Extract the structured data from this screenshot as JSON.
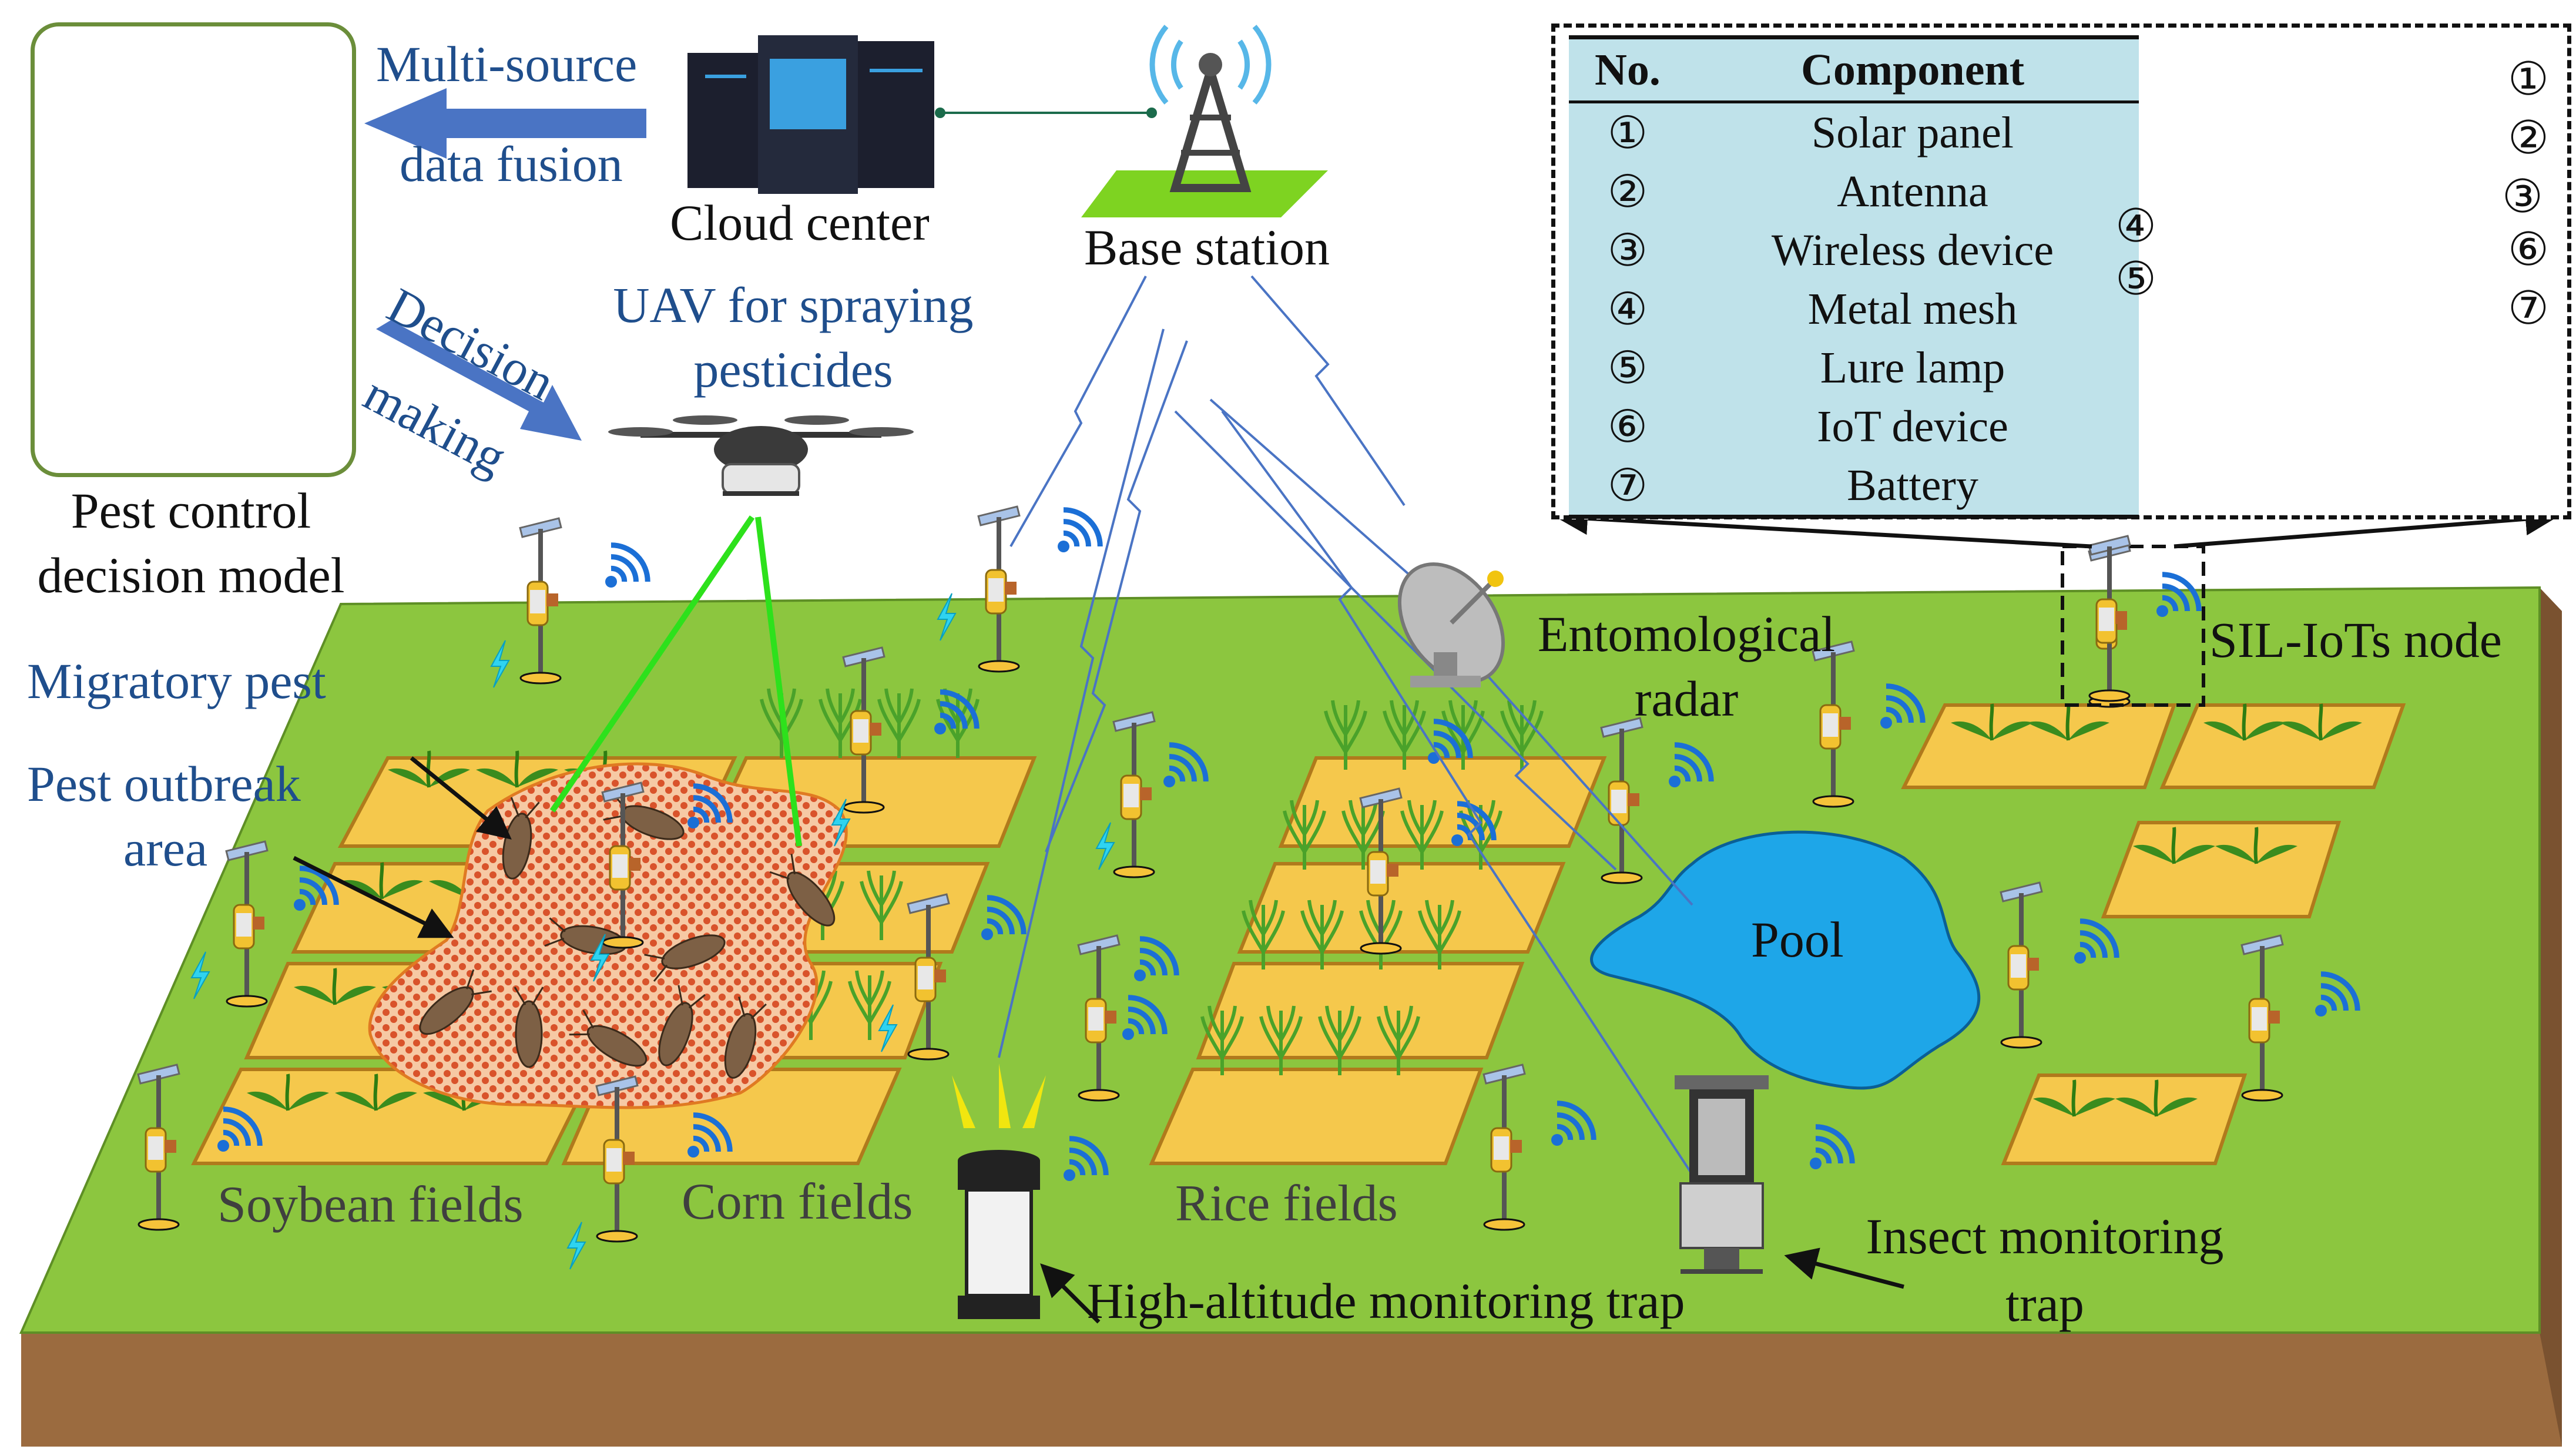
{
  "model": {
    "label_line1": "Pest control",
    "label_line2": "decision model"
  },
  "arrows": {
    "fusion_line1": "Multi-source",
    "fusion_line2": "data fusion",
    "decision_line1": "Decision",
    "decision_line2": "making"
  },
  "cloud": {
    "label": "Cloud center"
  },
  "base_station": {
    "label": "Base station"
  },
  "uav": {
    "label_line1": "UAV for spraying",
    "label_line2": "pesticides"
  },
  "annotations": {
    "migratory_pest": "Migratory pest",
    "outbreak_line1": "Pest outbreak",
    "outbreak_line2": "area",
    "radar_line1": "Entomological",
    "radar_line2": "radar",
    "sil_node": "SIL-IoTs node",
    "pool": "Pool",
    "high_trap": "High-altitude monitoring trap",
    "insect_trap_line1": "Insect monitoring",
    "insect_trap_line2": "trap"
  },
  "fields": {
    "soybean": "Soybean fields",
    "corn": "Corn fields",
    "rice": "Rice fields"
  },
  "table": {
    "header_no": "No.",
    "header_component": "Component",
    "rows": [
      {
        "no": "①",
        "component": "Solar panel"
      },
      {
        "no": "②",
        "component": "Antenna"
      },
      {
        "no": "③",
        "component": "Wireless device"
      },
      {
        "no": "④",
        "component": "Metal mesh"
      },
      {
        "no": "⑤",
        "component": "Lure lamp"
      },
      {
        "no": "⑥",
        "component": "IoT device"
      },
      {
        "no": "⑦",
        "component": "Battery"
      }
    ]
  },
  "callouts": [
    "①",
    "②",
    "③",
    "④",
    "⑤",
    "⑥",
    "⑦"
  ],
  "colors": {
    "grass": "#8cc63f",
    "soil": "#9b6b3f",
    "field": "#f5c84c",
    "outbreak": "#f3b98a",
    "pool": "#1ea6e8",
    "arrow_blue": "#4a74c4",
    "table_bg": "#bfe2ea"
  }
}
